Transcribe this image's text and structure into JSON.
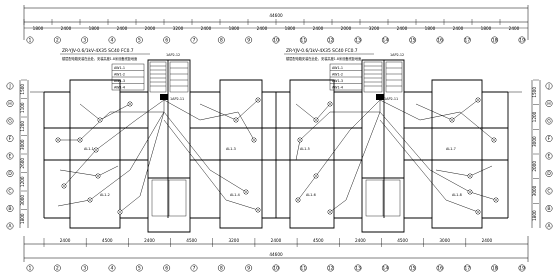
{
  "drawing": {
    "overall_dimension_top": "44600",
    "overall_dimension_bottom": "44600",
    "top_dimensions": [
      "1800",
      "2400",
      "1800",
      "2400",
      "2000",
      "3200",
      "2400",
      "1800",
      "2400",
      "1800",
      "2400",
      "2000",
      "3200",
      "2400",
      "1800",
      "2400",
      "1800",
      "2400"
    ],
    "bottom_dimensions": [
      "2400",
      "4500",
      "2400",
      "4500",
      "3200",
      "2400",
      "4500",
      "2400",
      "4500",
      "3000",
      "2400"
    ],
    "left_dimensions": [
      "1500",
      "1100",
      "1200",
      "3000",
      "2600",
      "1200",
      "3000",
      "1800"
    ],
    "right_dimensions": [
      "1500",
      "1200",
      "3000",
      "2000",
      "3000",
      "1800"
    ],
    "axis_labels_top": [
      "1",
      "2",
      "3",
      "4",
      "5",
      "6",
      "7",
      "8",
      "9",
      "10",
      "11",
      "12",
      "13",
      "14",
      "15",
      "16",
      "17",
      "18",
      "19"
    ],
    "axis_labels_bottom": [
      "1",
      "2",
      "3",
      "4",
      "5",
      "6",
      "7",
      "8",
      "9",
      "10",
      "11",
      "12",
      "13",
      "14",
      "15",
      "16",
      "17",
      "18",
      "19"
    ],
    "axis_labels_left": [
      "J",
      "H",
      "G",
      "F",
      "E",
      "D",
      "C",
      "B",
      "A"
    ],
    "axis_labels_right": [
      "J",
      "H",
      "G",
      "F",
      "E",
      "D",
      "C",
      "B",
      "A"
    ],
    "feeder_note_left": "ZR-YJV-0.6/1kV-4X35 SC40 FC0.7",
    "feeder_note_right": "ZR-YJV-0.6/1kV-4X35 SC40 FC0.7",
    "feeder_tag_left": "1AP2-12",
    "feeder_tag_right": "1AP2-12",
    "box_note_left": "楼层配电箱安装在此处，安装高度1.8米设备底距地面",
    "box_note_right": "楼层配电箱安装在此处，安装高度1.8米设备底距地面",
    "panel_rows_left": [
      "AW1-1",
      "AW1-2",
      "AW1-3",
      "AW1-4"
    ],
    "panel_rows_right": [
      "AW1-1",
      "AW1-2",
      "AW1-3",
      "AW1-4"
    ],
    "riser_tag_left": "1AP2-11",
    "riser_tag_right": "1AP2-11",
    "unit_circuits": [
      "AL1-1",
      "AL1-2",
      "AL1-3",
      "AL1-4",
      "AL1-5",
      "AL1-6",
      "AL1-7",
      "AL1-8"
    ],
    "colors": {
      "line": "#000000",
      "background": "#ffffff"
    }
  }
}
